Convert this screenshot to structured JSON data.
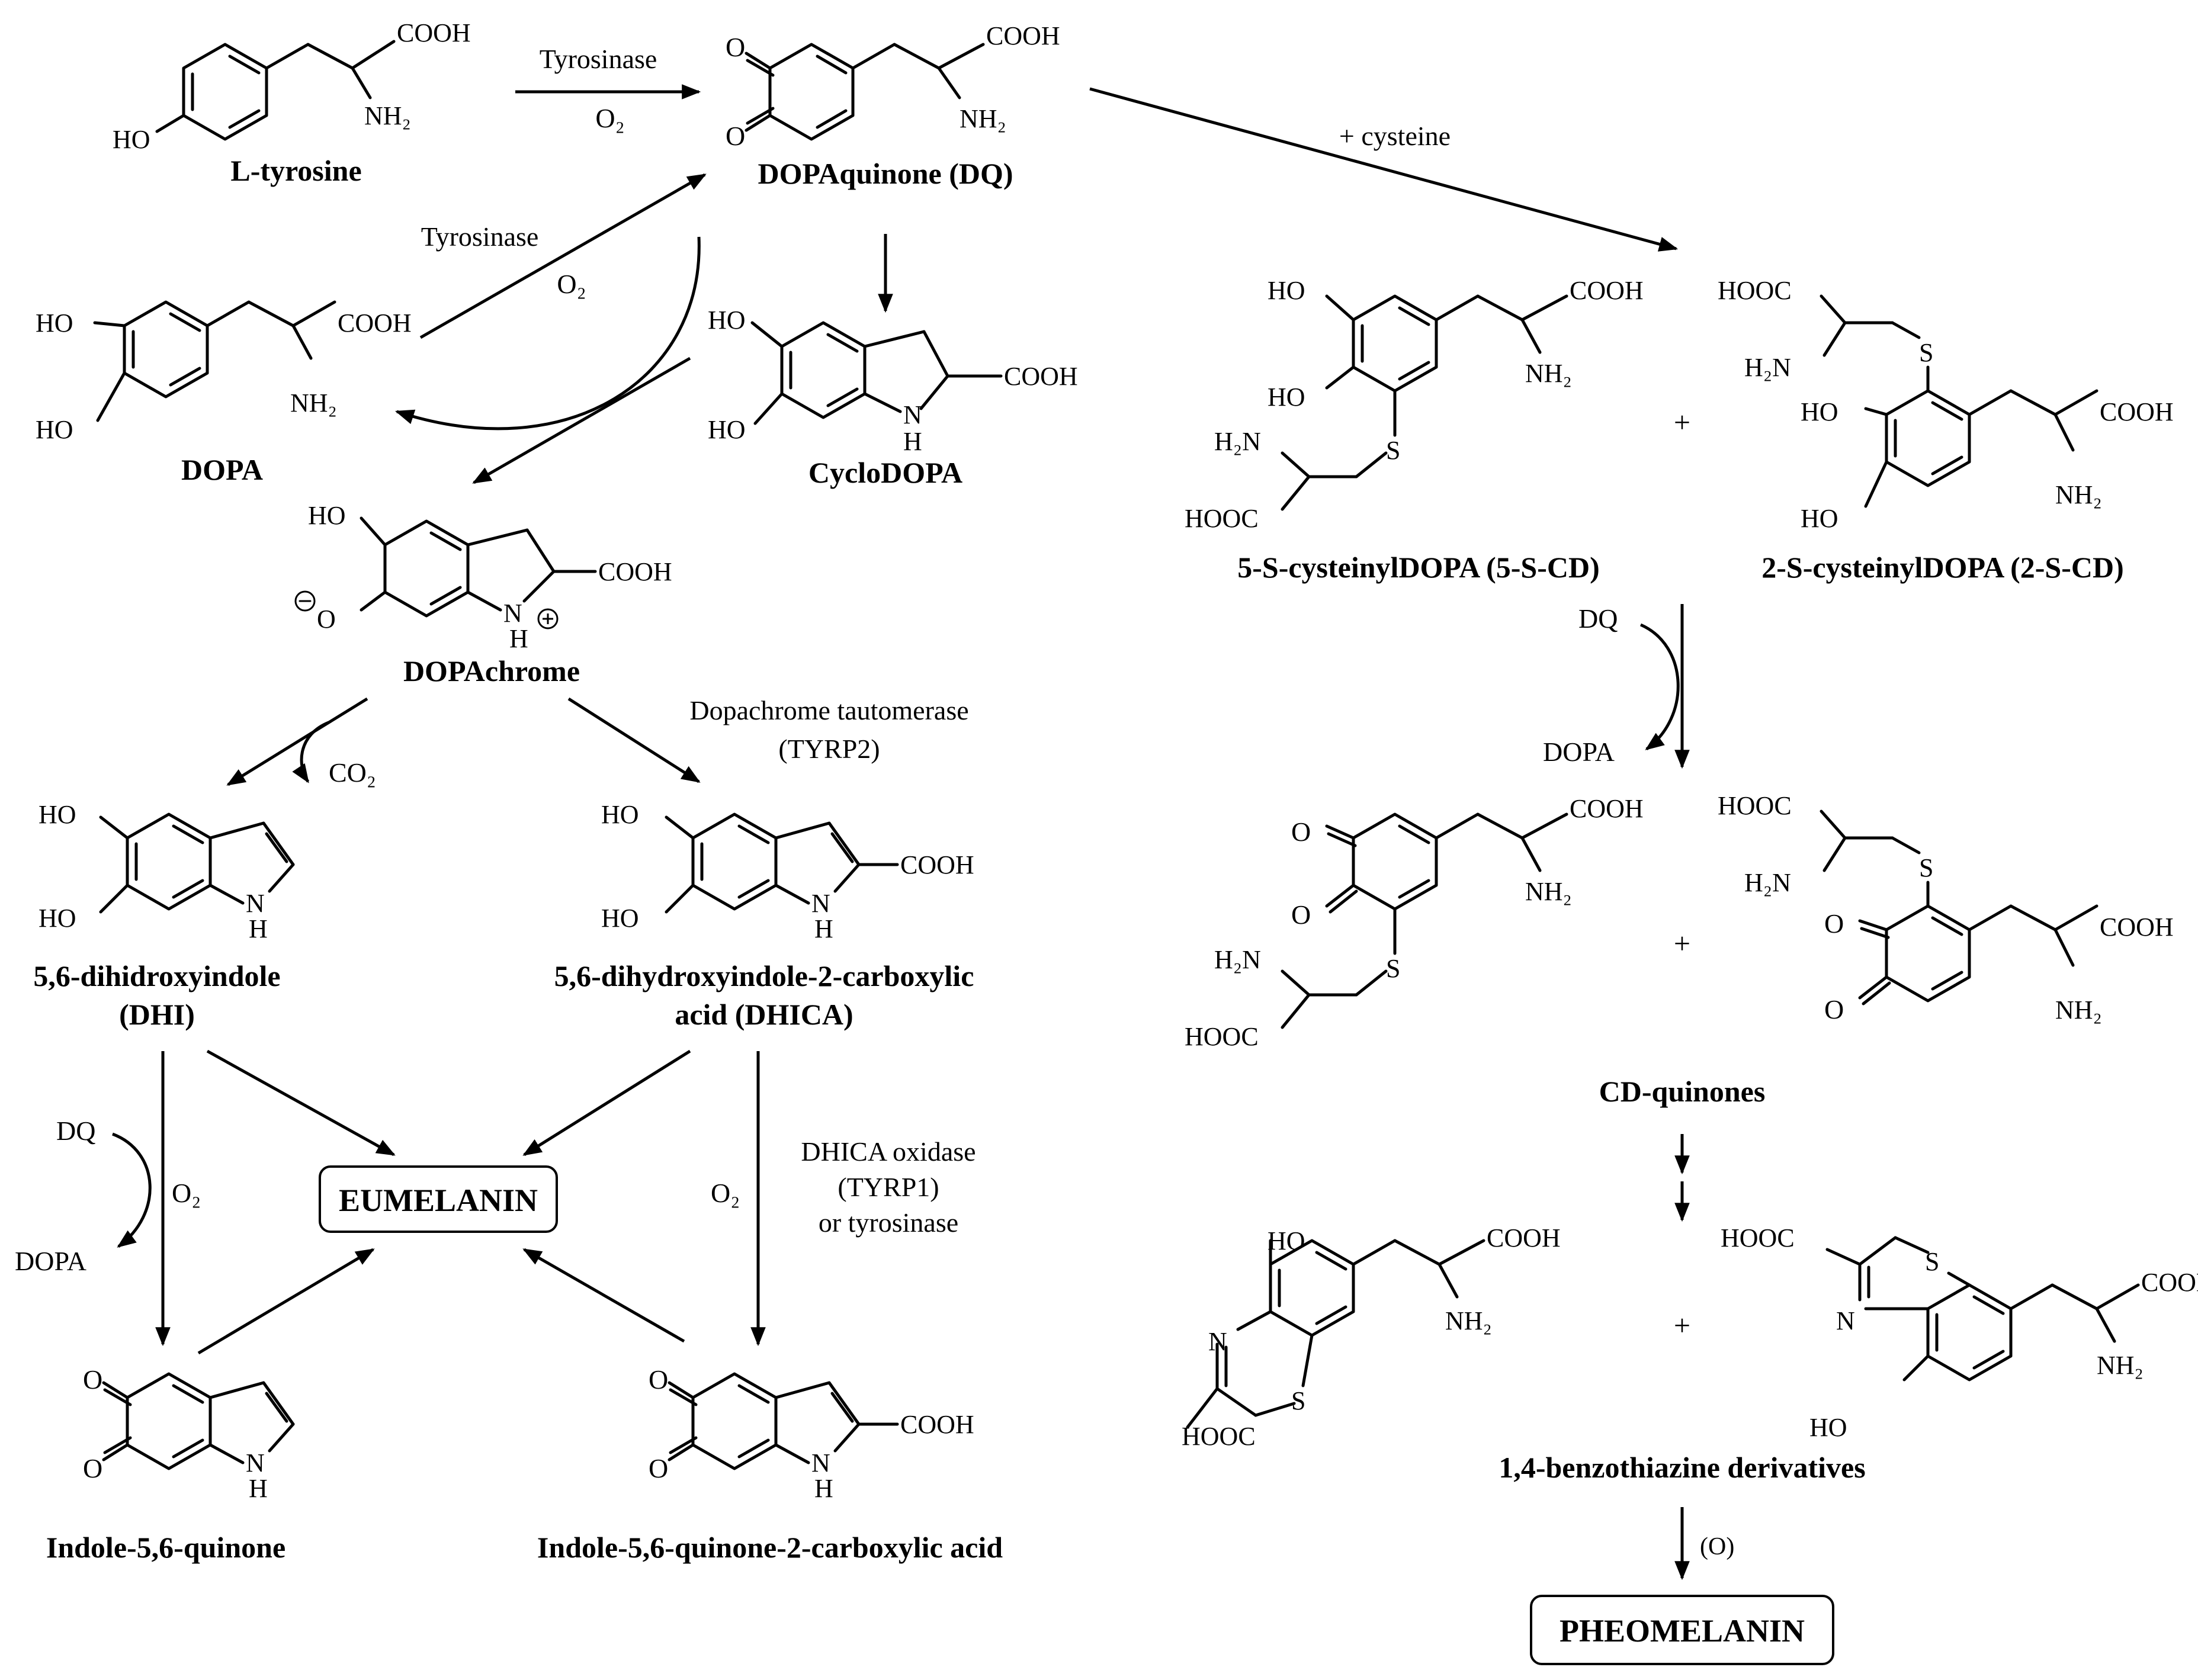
{
  "compounds": {
    "tyrosine": {
      "name": "L-tyrosine",
      "cooh": "COOH",
      "nh2": "NH₂",
      "ho": "HO"
    },
    "dopaquinone": {
      "name": "DOPAquinone (DQ)",
      "cooh": "COOH",
      "nh2": "NH₂",
      "o1": "O",
      "o2": "O"
    },
    "dopa": {
      "name": "DOPA",
      "cooh": "COOH",
      "nh2": "NH₂",
      "ho1": "HO",
      "ho2": "HO"
    },
    "cyclodopa": {
      "name": "CycloDOPA",
      "cooh": "COOH",
      "nh": "N\nH",
      "ho1": "HO",
      "ho2": "HO"
    },
    "dopachrome": {
      "name": "DOPAchrome",
      "cooh": "COOH",
      "ho": "HO",
      "ominus": "⊖O",
      "nhplus": "N⊕\nH"
    },
    "dhi": {
      "name1": "5,6-dihidroxyindole",
      "name2": "(DHI)",
      "ho1": "HO",
      "ho2": "HO",
      "nh": "N\nH"
    },
    "dhica": {
      "name1": "5,6-dihydroxyindole-2-carboxylic",
      "name2": "acid (DHICA)",
      "ho1": "HO",
      "ho2": "HO",
      "cooh": "COOH",
      "nh": "N\nH"
    },
    "indolequinone": {
      "name": "Indole-5,6-quinone",
      "o1": "O",
      "o2": "O",
      "nh": "N\nH"
    },
    "indolequinone_acid": {
      "name": "Indole-5,6-quinone-2-carboxylic acid",
      "o1": "O",
      "o2": "O",
      "cooh": "COOH",
      "nh": "N\nH"
    },
    "cd5": {
      "name": "5-S-cysteinylDOPA (5-S-CD)",
      "ho1": "HO",
      "ho2": "HO",
      "cooh": "COOH",
      "nh2": "NH₂",
      "s": "S",
      "h2n": "H₂N",
      "hooc": "HOOC"
    },
    "cd2": {
      "name": "2-S-cysteinylDOPA (2-S-CD)",
      "hooc": "HOOC",
      "h2n": "H₂N",
      "s": "S",
      "ho1": "HO",
      "ho2": "HO",
      "cooh": "COOH",
      "nh2": "NH₂"
    },
    "cdq": {
      "name": "CD-quinones",
      "o1": "O",
      "o2": "O",
      "cooh": "COOH",
      "nh2": "NH₂",
      "s": "S",
      "h2n": "H₂N",
      "hooc": "HOOC",
      "hooc2": "HOOC",
      "h2n2": "H₂N",
      "s2": "S",
      "o3": "O",
      "o4": "O",
      "cooh2": "COOH",
      "nh2b": "NH₂"
    },
    "btz": {
      "name": "1,4-benzothiazine derivatives",
      "ho": "HO",
      "cooh": "COOH",
      "nh2": "NH₂",
      "n": "N",
      "s": "S",
      "hooc": "HOOC",
      "hooc2": "HOOC",
      "s2": "S",
      "n2": "N",
      "cooh2": "COOH",
      "nh2b": "NH₂",
      "ho2": "HO"
    }
  },
  "labels": {
    "tyrosinase1": "Tyrosinase",
    "o2_1": "O₂",
    "tyrosinase2": "Tyrosinase",
    "o2_2": "O₂",
    "cysteine": "+ cysteine",
    "co2": "CO₂",
    "tautomerase": "Dopachrome tautomerase",
    "tyrp2": "(TYRP2)",
    "dq_left": "DQ",
    "o2_3": "O₂",
    "dopa_left": "DOPA",
    "o2_4": "O₂",
    "dhica_oxidase": "DHICA oxidase",
    "tyrp1": "(TYRP1)",
    "or_tyrosinase": "or tyrosinase",
    "dq_right": "DQ",
    "dopa_right": "DOPA",
    "plus1": "+",
    "plus2": "+",
    "plus3": "+",
    "oxidation": "(O)"
  },
  "products": {
    "eumelanin": {
      "label": "EUMELANIN",
      "color": "#8B3A0F"
    },
    "pheomelanin": {
      "label": "PHEOMELANIN",
      "color": "#E8141E"
    }
  }
}
